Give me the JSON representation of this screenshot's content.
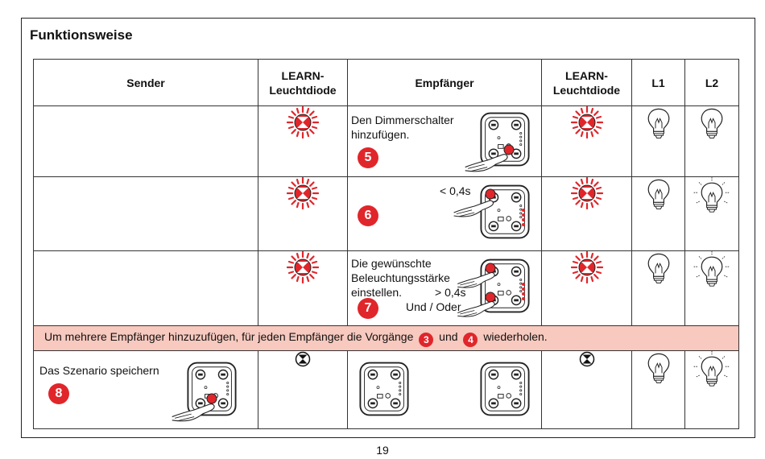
{
  "section_title": "Funktionsweise",
  "headers": {
    "sender": "Sender",
    "learn_a": "LEARN-\nLeuchtdiode",
    "empfaenger": "Empfänger",
    "learn_b": "LEARN-\nLeuchtdiode",
    "l1": "L1",
    "l2": "L2"
  },
  "rows": {
    "r5": {
      "text": "Den Dimmerschalter\nhinzufügen.",
      "step": "5"
    },
    "r6": {
      "timing": "< 0,4s",
      "step": "6"
    },
    "r7": {
      "text": "Die gewünschte\nBeleuchtungsstärke\neinstellen.",
      "timing": "> 0,4s",
      "or": "Und / Oder",
      "step": "7"
    },
    "note": {
      "before": "Um mehrere Empfänger hinzuzufügen, für jeden Empfänger die Vorgänge",
      "step_a": "3",
      "mid": "und",
      "step_b": "4",
      "after": "wiederholen."
    },
    "r8": {
      "text": "Das Szenario speichern",
      "step": "8"
    }
  },
  "page_number": "19",
  "colors": {
    "accent": "#e0262b",
    "note_bg": "#f7c9bf"
  }
}
